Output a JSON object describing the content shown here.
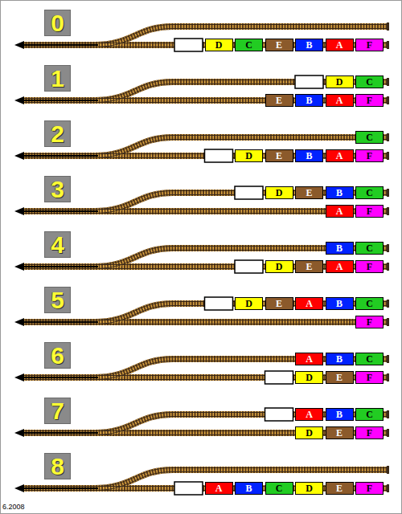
{
  "diagram": {
    "nodes": [
      {
        "text": [
          "0"
        ]
      },
      {
        "text": [
          "D"
        ]
      },
      {
        "text": [
          "C"
        ]
      },
      {
        "text": [
          "E"
        ]
      },
      {
        "text": [
          "B"
        ]
      },
      {
        "text": [
          "A"
        ]
      },
      {
        "text": [
          "F"
        ]
      },
      {
        "text": [
          "1"
        ]
      },
      {
        "text": [
          "D"
        ]
      },
      {
        "text": [
          "C"
        ]
      },
      {
        "text": [
          "E"
        ]
      },
      {
        "text": [
          "B"
        ]
      },
      {
        "text": [
          "A"
        ]
      },
      {
        "text": [
          "F"
        ]
      },
      {
        "text": [
          "2"
        ]
      },
      {
        "text": [
          "C"
        ]
      },
      {
        "text": [
          "D"
        ]
      },
      {
        "text": [
          "E"
        ]
      },
      {
        "text": [
          "B"
        ]
      },
      {
        "text": [
          "A"
        ]
      },
      {
        "text": [
          "F"
        ]
      },
      {
        "text": [
          "3"
        ]
      },
      {
        "text": [
          "D"
        ]
      },
      {
        "text": [
          "E"
        ]
      },
      {
        "text": [
          "B"
        ]
      },
      {
        "text": [
          "C"
        ]
      },
      {
        "text": [
          "A"
        ]
      },
      {
        "text": [
          "F"
        ]
      },
      {
        "text": [
          "4"
        ]
      },
      {
        "text": [
          "B"
        ]
      },
      {
        "text": [
          "C"
        ]
      },
      {
        "text": [
          "D"
        ]
      },
      {
        "text": [
          "E"
        ]
      },
      {
        "text": [
          "A"
        ]
      },
      {
        "text": [
          "F"
        ]
      },
      {
        "text": [
          "5"
        ]
      },
      {
        "text": [
          "D"
        ]
      },
      {
        "text": [
          "E"
        ]
      },
      {
        "text": [
          "A"
        ]
      },
      {
        "text": [
          "B"
        ]
      },
      {
        "text": [
          "C"
        ]
      },
      {
        "text": [
          "F"
        ]
      },
      {
        "text": [
          "6"
        ]
      },
      {
        "text": [
          "A"
        ]
      },
      {
        "text": [
          "B"
        ]
      },
      {
        "text": [
          "C"
        ]
      },
      {
        "text": [
          "D"
        ]
      },
      {
        "text": [
          "E"
        ]
      },
      {
        "text": [
          "F"
        ]
      },
      {
        "text": [
          "7"
        ]
      },
      {
        "text": [
          "A"
        ]
      },
      {
        "text": [
          "B"
        ]
      },
      {
        "text": [
          "C"
        ]
      },
      {
        "text": [
          "D"
        ]
      },
      {
        "text": [
          "E"
        ]
      },
      {
        "text": [
          "F"
        ]
      },
      {
        "text": [
          "8"
        ]
      },
      {
        "text": [
          "A"
        ]
      },
      {
        "text": [
          "B"
        ]
      },
      {
        "text": [
          "C"
        ]
      },
      {
        "text": [
          "D"
        ]
      },
      {
        "text": [
          "E"
        ]
      },
      {
        "text": [
          "F"
        ]
      }
    ],
    "labels": [
      "6.2008"
    ]
  }
}
